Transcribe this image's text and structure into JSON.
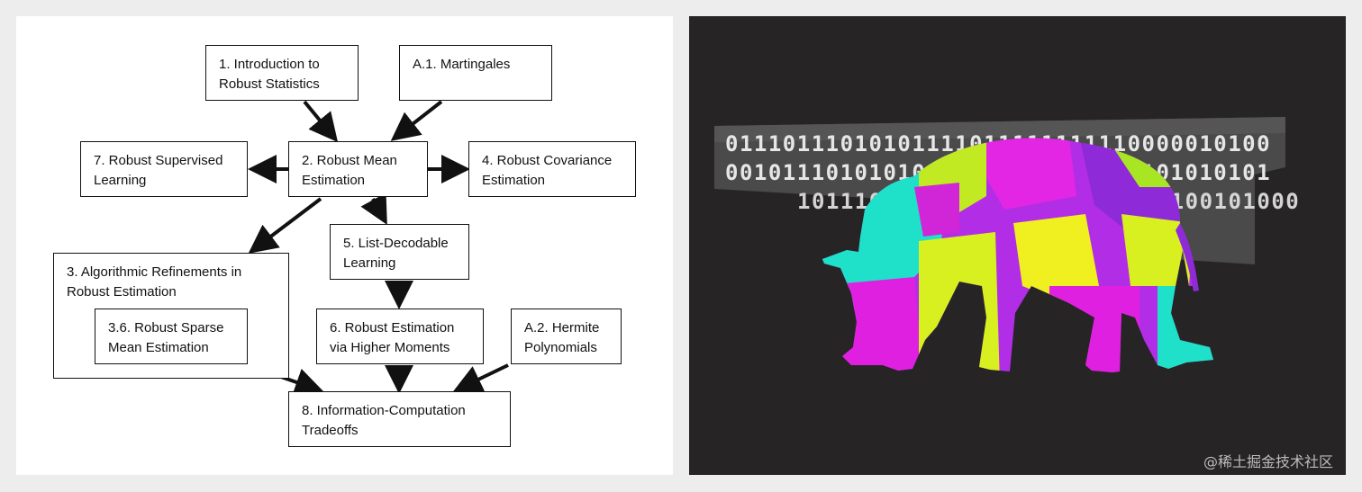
{
  "diagram": {
    "boxes": {
      "b1": {
        "line1": "1. Introduction to",
        "line2": "Robust Statistics"
      },
      "bA1": {
        "line1": "A.1. Martingales"
      },
      "b7": {
        "line1": "7. Robust Supervised",
        "line2": "Learning"
      },
      "b2": {
        "line1": "2. Robust Mean",
        "line2": "Estimation"
      },
      "b4": {
        "line1": "4. Robust Covariance",
        "line2": "Estimation"
      },
      "b5": {
        "line1": "5. List-Decodable",
        "line2": "Learning"
      },
      "b3": {
        "line1": "3. Algorithmic Refinements in",
        "line2": "Robust Estimation"
      },
      "b36": {
        "line1": "3.6. Robust Sparse",
        "line2": "Mean Estimation"
      },
      "b6": {
        "line1": "6. Robust Estimation",
        "line2": "via Higher Moments"
      },
      "bA2": {
        "line1": "A.2. Hermite",
        "line2": "Polynomials"
      },
      "b8": {
        "line1": "8. Information-Computation",
        "line2": "Tradeoffs"
      }
    }
  },
  "illustration": {
    "binary_lines": [
      "01110111010101111011111111110000010100",
      "00101110101010101101110101010101010101",
      "10111011010110100110101010100101000"
    ],
    "colors": [
      "#1fe0c8",
      "#e020e0",
      "#b82ee8",
      "#d8f020",
      "#f0f020",
      "#8f2ad8"
    ]
  },
  "watermark": "@稀土掘金技术社区"
}
